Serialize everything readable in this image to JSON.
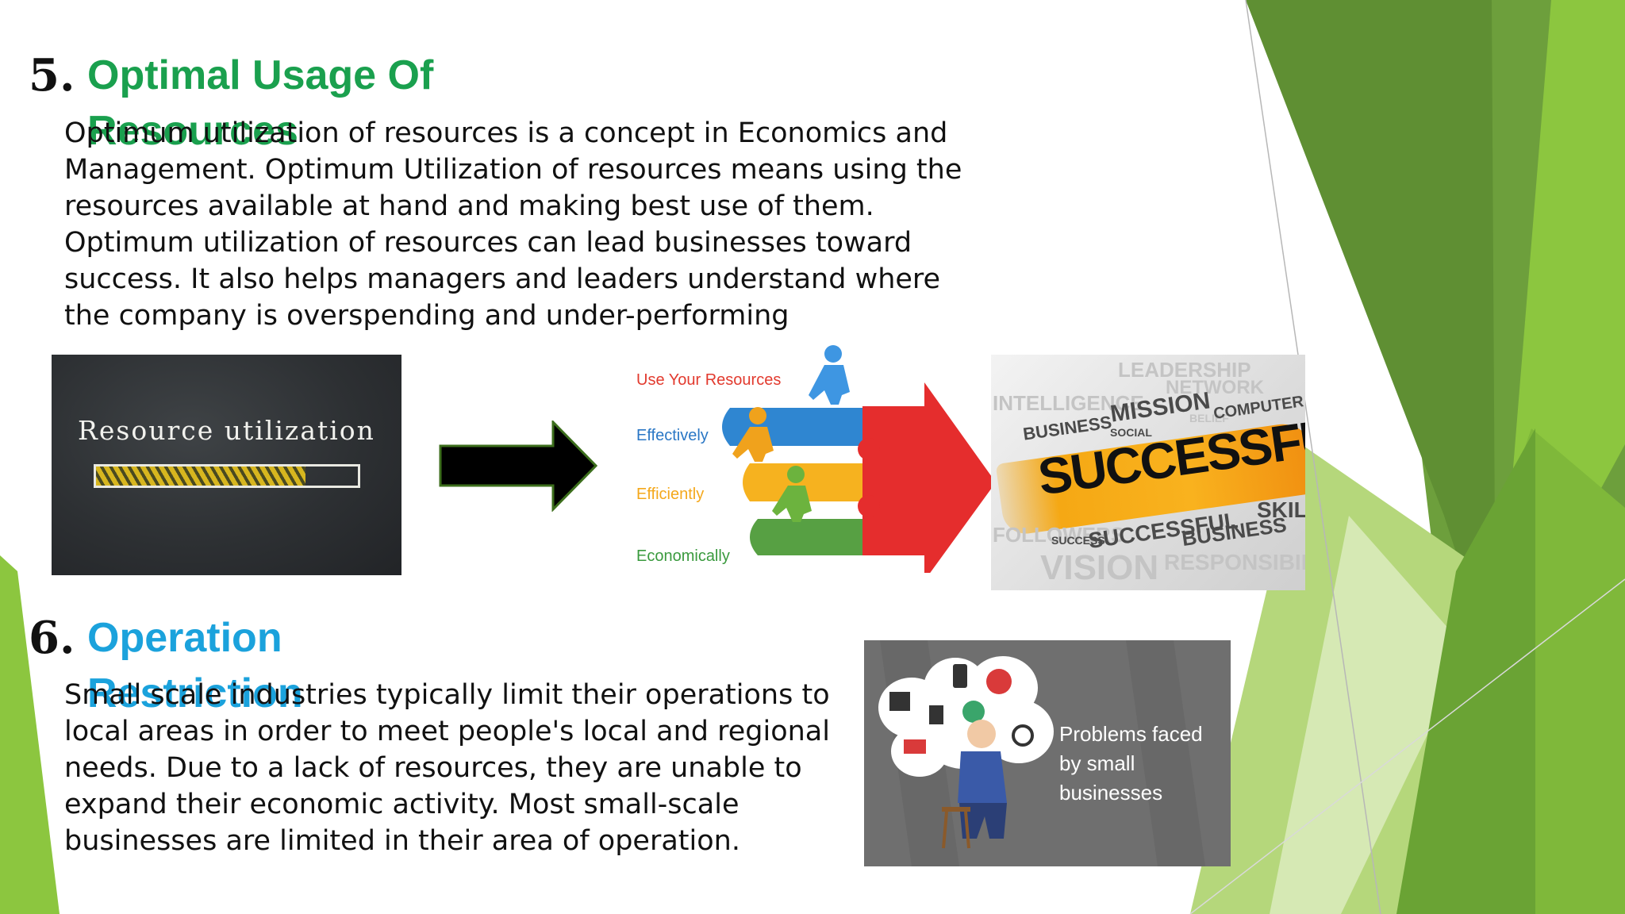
{
  "sections": [
    {
      "number": "5.",
      "title": "Optimal Usage Of Resources",
      "body": "Optimum utilization of resources is a concept in Economics and Management. Optimum Utilization of resources means using the resources available at hand and making best use of them. Optimum utilization of resources can lead businesses toward success. It also helps managers and leaders understand where the company is overspending and under-performing"
    },
    {
      "number": "6.",
      "title": "Operation Restriction",
      "body": "Small scale industries typically limit their operations to local areas in order to meet people's local and regional needs. Due to a lack of resources, they are unable to expand their economic activity. Most small-scale businesses are limited in their area of operation."
    }
  ],
  "images": {
    "chalkboard": {
      "text": "Resource utilization",
      "progress_percent": 80
    },
    "resources": {
      "labels": [
        "Use Your Resources",
        "Effectively",
        "Efficiently",
        "Economically"
      ]
    },
    "successful": {
      "main_word": "SUCCESSFUL",
      "words": [
        "LEADERSHIP",
        "NETWORK",
        "INTELLIGENCE",
        "MISSION",
        "BELIEF",
        "COMPUTER",
        "BUSINESS",
        "SOCIAL",
        "SKILL",
        "FOLLOWERS",
        "SUCCESS",
        "SUCCESSFUL",
        "BUSINESS",
        "VISION",
        "RESPONSIBILITY"
      ]
    },
    "problems": {
      "caption": "Problems faced by small businesses"
    }
  },
  "colors": {
    "heading_5": "#1aa04e",
    "heading_6": "#1ba2dc",
    "green_dark": "#5e9a2e",
    "green_light": "#8cc63f"
  }
}
